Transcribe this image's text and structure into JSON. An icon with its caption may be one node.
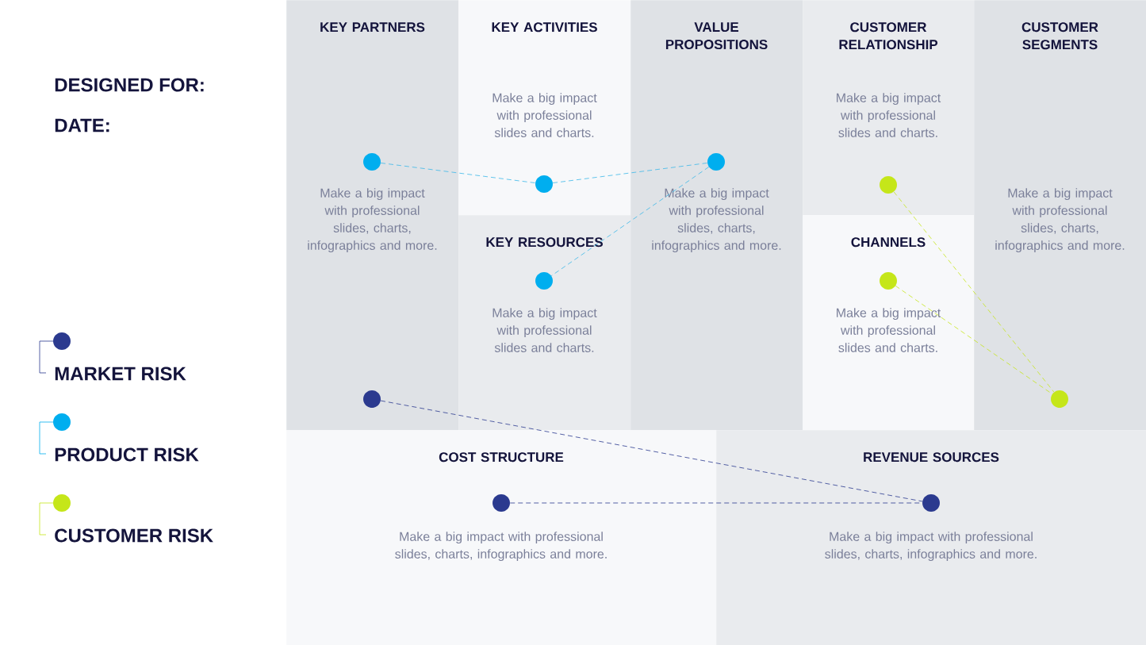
{
  "diagram": {
    "nodes": [
      {
        "text": [
          "KEY PARTNERS",
          "Make a big impact with professional slides, charts, infographics and more."
        ]
      },
      {
        "text": [
          "KEY ACTIVITIES",
          "Make a big impact with professional slides and charts."
        ]
      },
      {
        "text": [
          "KEY RESOURCES",
          "Make a big impact with professional slides and charts."
        ]
      },
      {
        "text": [
          "VALUE PROPOSITIONS",
          "Make a big impact with professional slides, charts, infographics and more."
        ]
      },
      {
        "text": [
          "CUSTOMER RELATIONSHIP",
          "Make a big impact with professional slides and charts."
        ]
      },
      {
        "text": [
          "CHANNELS",
          "Make a big impact with professional slides and charts."
        ]
      },
      {
        "text": [
          "CUSTOMER SEGMENTS",
          "Make a big impact with professional slides, charts, infographics and more."
        ]
      },
      {
        "text": [
          "COST STRUCTURE",
          "Make a big impact with professional slides, charts, infographics and more."
        ]
      },
      {
        "text": [
          "REVENUE SOURCES",
          "Make a big impact with professional slides, charts, infographics and more."
        ]
      },
      {
        "text": [],
        "shape": "circle",
        "in": 0
      },
      {
        "text": [],
        "shape": "circle",
        "in": 0
      },
      {
        "text": [],
        "shape": "circle",
        "in": 1
      },
      {
        "text": [],
        "shape": "circle",
        "in": 2
      },
      {
        "text": [],
        "shape": "circle",
        "in": 3
      },
      {
        "text": [],
        "shape": "circle",
        "in": 4
      },
      {
        "text": [],
        "shape": "circle",
        "in": 5
      },
      {
        "text": [],
        "shape": "circle",
        "in": 6
      },
      {
        "text": [],
        "shape": "circle",
        "in": 7
      },
      {
        "text": [],
        "shape": "circle",
        "in": 8
      }
    ],
    "edges": [
      {
        "from": 9,
        "to": 11,
        "arrow": "none",
        "style": "dashed",
        "color": "#3bb8e8"
      },
      {
        "from": 11,
        "to": 13,
        "arrow": "none",
        "style": "dashed",
        "color": "#3bb8e8"
      },
      {
        "from": 13,
        "to": 12,
        "arrow": "none",
        "style": "dashed",
        "color": "#3bb8e8"
      },
      {
        "from": 14,
        "to": 16,
        "arrow": "none",
        "style": "dashed",
        "color": "#c5e619"
      },
      {
        "from": 15,
        "to": 16,
        "arrow": "none",
        "style": "dashed",
        "color": "#c5e619"
      },
      {
        "from": 10,
        "to": 18,
        "arrow": "none",
        "style": "dashed",
        "color": "#2b3a8f"
      },
      {
        "from": 17,
        "to": 18,
        "arrow": "none",
        "style": "dashed",
        "color": "#2b3a8f"
      }
    ],
    "labels": [
      "DESIGNED FOR:",
      "DATE:"
    ],
    "legend": [
      {
        "text": "MARKET RISK",
        "color": "#2b3a8f"
      },
      {
        "text": "PRODUCT RISK",
        "color": "#00aeef"
      },
      {
        "text": "CUSTOMER RISK",
        "color": "#c5e619"
      }
    ]
  }
}
